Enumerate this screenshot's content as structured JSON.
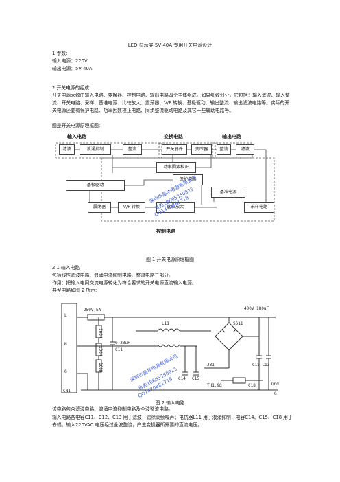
{
  "title": "LED 显示屏 5V 40A 专用开关电源设计",
  "section1": {
    "heading": "1 参数:",
    "line1": "输入电源：220V",
    "line2": "输出电源：5V   40A"
  },
  "section2": {
    "heading": "2 开关电源的组成",
    "para": "开关电源大致由输入电路、变换器、控制电路、输出电路四个主体组成。如果细致划分，它包括：输入滤波、输入整流、开关电路、采样、基准电源、比较放大、震荡器、V/F 转换、基极驱动、输出整流、输出滤波电路等。实际的开关电源还要有保护电路、功率因数校正电路、同步整流驱动电路及其它一些辅助电路等。",
    "figintro": "图是开关电源原理框图:"
  },
  "block_diagram": {
    "group_input": "输入电路",
    "group_convert": "变换电路",
    "group_output": "输出电路",
    "group_control": "控制电路",
    "boxes": {
      "filter_in": "滤波",
      "surge": "浪涌抑制",
      "rect_in": "整流",
      "switch": "开关器件",
      "transformer": "变压器",
      "rect_out": "整流",
      "filter_out": "滤波",
      "pfc": "功率因素校正",
      "protect": "保护电路",
      "base_drive": "基极驱动",
      "reference": "基准电源",
      "oscillator": "震荡器",
      "vf": "V/F 转换",
      "compare": "比较放大",
      "sample": "采样电路"
    },
    "caption": "图 1  开关电源原理框图",
    "watermark": {
      "line1": "深圳市晶华电源有限公司",
      "line2": "肖先18665350925",
      "line3": "QQ1470881718"
    }
  },
  "section21": {
    "heading": "2.1  输入电路",
    "line1": "包括线性滤波电路、浪涌电流抑制电路、整流电路三部分。",
    "line2": "作用：把输入电网交流电源转化为符合要求的开关电源直流输入电源。",
    "line3": "典型电路如图 2 所示:"
  },
  "schematic": {
    "labels": {
      "L": "L",
      "N": "N",
      "G": "G",
      "cn": "CN1",
      "fuse": "250V,5A",
      "r1": "100K",
      "r2": "100K",
      "r3": "100K",
      "c11v": "0.33uF",
      "c11": "C11",
      "l11": "L11",
      "ss11": "SS11",
      "cap400": "400V  180uF",
      "c12c13": "C12 C13",
      "c14": "C14",
      "c15": "C15",
      "j31": "J31",
      "th1": "TH1,9Ω",
      "c18": "C18",
      "gnd": "Gnd",
      "g2": "G"
    },
    "watermark": {
      "line1": "深圳市晶华电源有限公司",
      "line2": "肖先18665350925",
      "line3": "QQ1470881718"
    },
    "caption": "图 2   输入电路"
  },
  "bottom": {
    "line1": "该电路包含滤波电路、浪涌电流抑制电路及全波整流电路。",
    "line2": "输入电路各电容C11、C12、C13 用于滤波，滤除高频噪声；电抗器L11 用于浪涌抑制；电容C14、C15、C18 用于去耦。输入220VAC 电压经过全波整流，产生变换器所需要的直流电压。"
  }
}
